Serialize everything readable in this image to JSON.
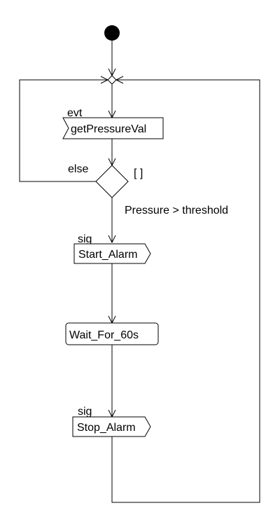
{
  "diagram": {
    "receive_event": {
      "stereotype": "evt",
      "name": "getPressureVal"
    },
    "decision": {
      "else_guard": "else",
      "empty_guard": "[ ]",
      "condition": "Pressure > threshold"
    },
    "send_start": {
      "stereotype": "sig",
      "name": "Start_Alarm"
    },
    "wait_action": {
      "name": "Wait_For_60s"
    },
    "send_stop": {
      "stereotype": "sig",
      "name": "Stop_Alarm"
    }
  },
  "colors": {
    "stroke": "#000000",
    "fill": "#ffffff"
  }
}
